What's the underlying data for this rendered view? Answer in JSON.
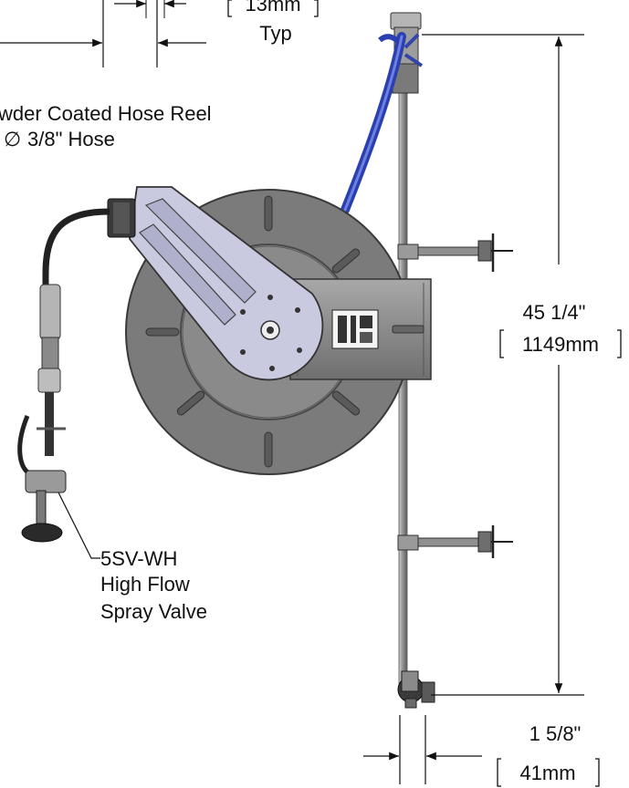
{
  "labels": {
    "top_dim_metric": "13mm",
    "top_dim_note": "Typ",
    "reel_line1": "wder Coated Hose Reel",
    "reel_line2": "3/8\" Hose",
    "diameter_symbol": "∅",
    "height_imperial": "45 1/4\"",
    "height_metric": "1149mm",
    "valve_line1": "5SV-WH",
    "valve_line2": "High Flow",
    "valve_line3": "Spray Valve",
    "width_imperial": "1 5/8\"",
    "width_metric": "41mm"
  },
  "colors": {
    "reel_face": "#7b7b7b",
    "reel_rim": "#4a4a4a",
    "bracket": "#bfc0d6",
    "mount_plate": "#8a8a8a",
    "hose_blue": "#2a3fb0",
    "hose_black": "#2a2a2a",
    "pipe": "#9a9a9a",
    "dim_line": "#111111"
  }
}
